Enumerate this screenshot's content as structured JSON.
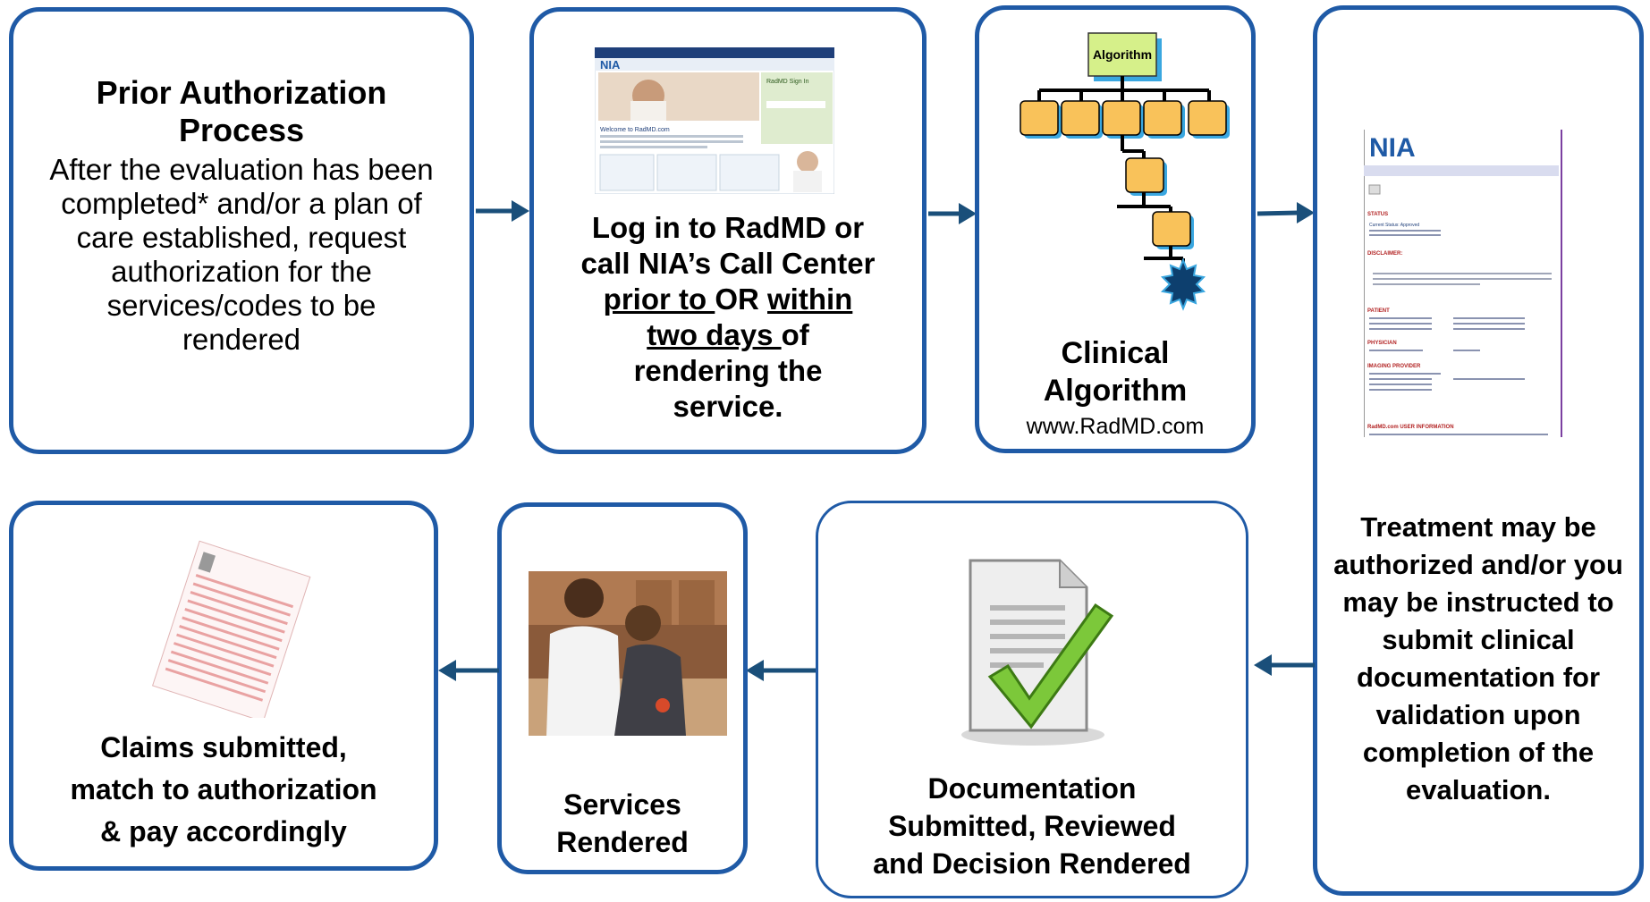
{
  "box1": {
    "title": "Prior Authorization Process",
    "body": "After the evaluation has been completed* and/or a plan of care established, request authorization for the services/codes to be rendered"
  },
  "box2": {
    "line1": "Log in to RadMD or",
    "line2": "call NIA’s Call Center",
    "prior_to": "prior to ",
    "or": "OR ",
    "within": "within",
    "two_days": "two days ",
    "of": "of",
    "line5": "rendering the",
    "line6": "service.",
    "screenshot_logo": "NIA",
    "screenshot_heading": "Welcome to RadMD.com",
    "screenshot_signin": "RadMD Sign In"
  },
  "box3": {
    "algorithm_label": "Algorithm",
    "title": "Clinical Algorithm",
    "url": "www.RadMD.com"
  },
  "box4": {
    "doc_logo": "NIA",
    "doc_status": "STATUS",
    "doc_current_status": "Current Status:  Approved",
    "doc_disclaimer": "DISCLAIMER:",
    "doc_patient": "PATIENT",
    "doc_physician": "PHYSICIAN",
    "doc_imaging": "IMAGING PROVIDER",
    "doc_user": "RadMD.com USER INFORMATION",
    "text": "Treatment may be authorized and/or you may be instructed to submit clinical documentation for validation upon completion of the evaluation."
  },
  "box5": {
    "text1": "Claims submitted,",
    "text2": "match to authorization",
    "text3": "& pay accordingly"
  },
  "box6": {
    "text1": "Services",
    "text2": "Rendered"
  },
  "box7": {
    "text1": "Documentation",
    "text2": "Submitted, Reviewed",
    "text3": "and Decision Rendered"
  },
  "colors": {
    "border": "#1f5aa6",
    "arrow": "#1a4f7a",
    "node": "#f9c25a",
    "algorithm_box": "#d6f08a"
  }
}
